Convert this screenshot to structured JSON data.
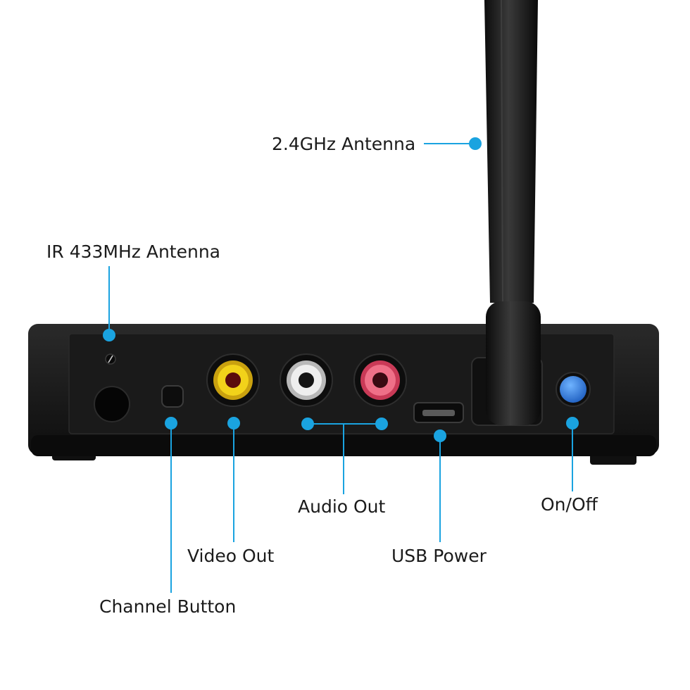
{
  "colors": {
    "accent": "#1aa3e0",
    "device_body": "#161616",
    "video_jack": "#f2d21a",
    "audio_left_jack": "#e6e6e6",
    "audio_right_jack": "#e8536f",
    "power_button": "#2f7fe0"
  },
  "callouts": {
    "antenna_24ghz": "2.4GHz Antenna",
    "ir_433mhz_antenna": "IR 433MHz Antenna",
    "audio_out": "Audio Out",
    "on_off": "On/Off",
    "video_out": "Video Out",
    "usb_power": "USB Power",
    "channel_button": "Channel Button"
  }
}
